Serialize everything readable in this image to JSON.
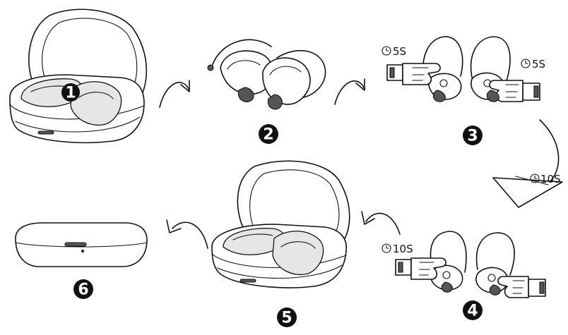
{
  "steps": [
    {
      "number": "1"
    },
    {
      "number": "2"
    },
    {
      "number": "3",
      "timer_left": "5S",
      "timer_right": "5S"
    },
    {
      "number": "4",
      "timer": "10S"
    },
    {
      "number": "5"
    },
    {
      "number": "6"
    }
  ],
  "transition_timer": "10S"
}
